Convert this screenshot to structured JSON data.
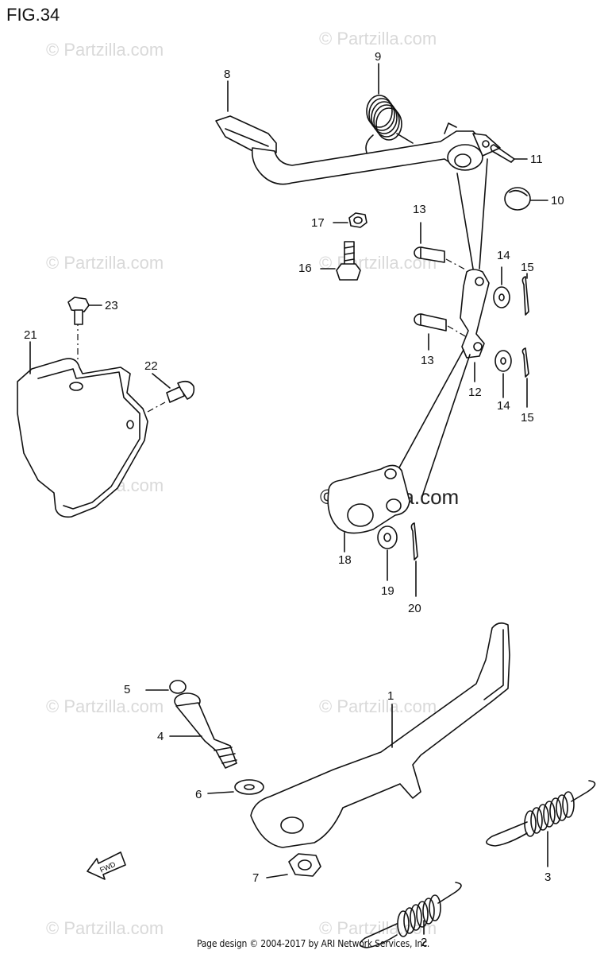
{
  "figure": {
    "title": "FIG.34"
  },
  "watermark": {
    "text": "© Partzilla.com",
    "center_text": "© Partzilla.com"
  },
  "footer": {
    "text": "Page design © 2004-2017 by ARI Network Services, Inc."
  },
  "fwd_label": "FWD",
  "callouts": {
    "c1": "1",
    "c2": "2",
    "c3": "3",
    "c4": "4",
    "c5": "5",
    "c6": "6",
    "c7": "7",
    "c8": "8",
    "c9": "9",
    "c10": "10",
    "c11": "11",
    "c12": "12",
    "c13a": "13",
    "c13b": "13",
    "c14a": "14",
    "c14b": "14",
    "c15a": "15",
    "c15b": "15",
    "c16": "16",
    "c17": "17",
    "c18": "18",
    "c19": "19",
    "c20": "20",
    "c21": "21",
    "c22": "22",
    "c23": "23"
  }
}
